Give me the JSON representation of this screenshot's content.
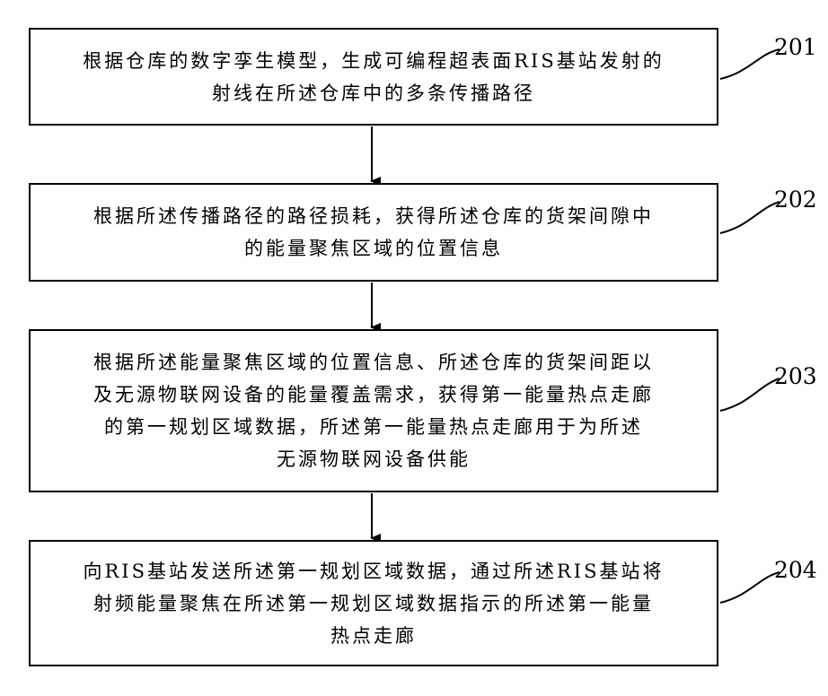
{
  "steps": [
    {
      "number": "201",
      "lines": [
        "根据仓库的数字孪生模型，生成可编程超表面RIS基站发射的",
        "射线在所述仓库中的多条传播路径"
      ]
    },
    {
      "number": "202",
      "lines": [
        "根据所述传播路径的路径损耗，获得所述仓库的货架间隙中",
        "的能量聚焦区域的位置信息"
      ]
    },
    {
      "number": "203",
      "lines": [
        "根据所述能量聚焦区域的位置信息、所述仓库的货架间距以",
        "及无源物联网设备的能量覆盖需求，获得第一能量热点走廊",
        "的第一规划区域数据，所述第一能量热点走廊用于为所述",
        "无源物联网设备供能"
      ]
    },
    {
      "number": "204",
      "lines": [
        "向RIS基站发送所述第一规划区域数据，通过所述RIS基站将",
        "射频能量聚焦在所述第一规划区域数据指示的所述第一能量",
        "热点走廊"
      ]
    }
  ]
}
